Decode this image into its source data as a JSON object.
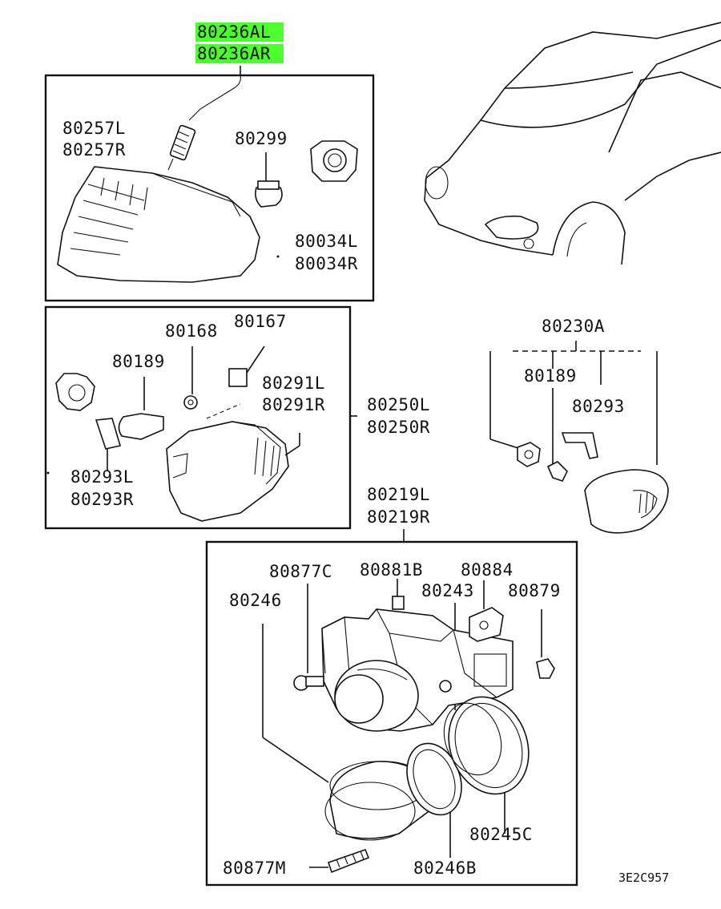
{
  "diagram": {
    "labels": {
      "headlamp_assy_l": "80236AL",
      "headlamp_assy_r": "80236AR",
      "socket_l": "80257L",
      "socket_r": "80257R",
      "bulb_80299": "80299",
      "lens_l": "80034L",
      "lens_r": "80034R",
      "fog_80168": "80168",
      "fog_80167": "80167",
      "fog_80189": "80189",
      "fog_80291l": "80291L",
      "fog_80291r": "80291R",
      "fog_80293l": "80293L",
      "fog_80293r": "80293R",
      "lamp_80250l": "80250L",
      "lamp_80250r": "80250R",
      "side_80230a": "80230A",
      "side_80189": "80189",
      "side_80293": "80293",
      "lamp_80219l": "80219L",
      "lamp_80219r": "80219R",
      "p_80877c": "80877C",
      "p_80881b": "80881B",
      "p_80884": "80884",
      "p_80246": "80246",
      "p_80243": "80243",
      "p_80879": "80879",
      "p_80245c": "80245C",
      "p_80877m": "80877M",
      "p_80246b": "80246B",
      "diagram_code": "3E2C957"
    },
    "highlight_color": "#4cff2e"
  }
}
